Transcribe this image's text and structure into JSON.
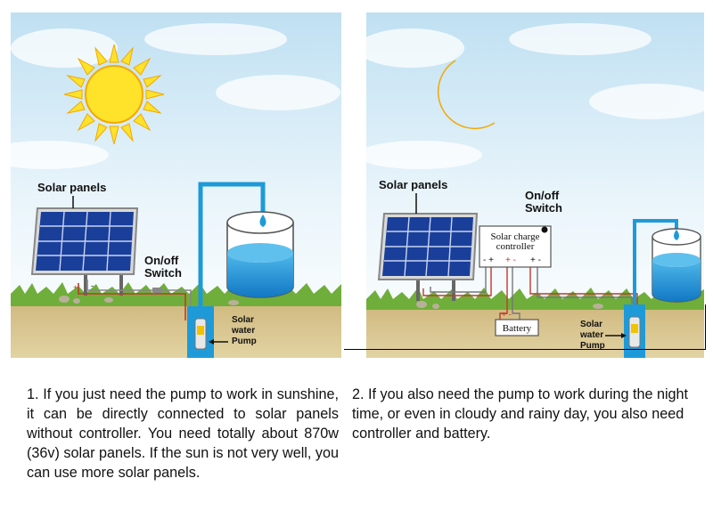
{
  "left_scene": {
    "solar_panels_label": "Solar panels",
    "switch_label_line1": "On/off",
    "switch_label_line2": "Switch",
    "pump_label_line1": "Solar",
    "pump_label_line2": "water",
    "pump_label_line3": "Pump",
    "wire_minus": "-",
    "wire_plus": "+"
  },
  "right_scene": {
    "solar_panels_label": "Solar panels",
    "switch_label_line1": "On/off",
    "switch_label_line2": "Switch",
    "controller_line1": "Solar charge",
    "controller_line2": "controller",
    "controller_terminals_1": "- +",
    "controller_terminals_2": "+ -",
    "controller_terminals_3": "+ -",
    "battery_label": "Battery",
    "battery_terminals": "+ -",
    "pump_label_line1": "Solar",
    "pump_label_line2": "water",
    "pump_label_line3": "Pump"
  },
  "captions": {
    "left": "1. If you just need the pump to work in sunshine, it can be directly connected to solar panels without controller. You need totally about 870w (36v) solar panels. If the sun is not very well, you can use more solar panels.",
    "right": "2. If you also need the pump to work during the night time, or even in cloudy and rainy day, you also need controller and battery."
  },
  "colors": {
    "sky_top": "#c4e3f3",
    "sky_bottom": "#ffffff",
    "sun": "#ffe22a",
    "moon": "#ffe22a",
    "water": "#1e9ad8",
    "soil": "#d8c48f",
    "grass": "#6fae3a",
    "panel": "#1a3f9b"
  }
}
